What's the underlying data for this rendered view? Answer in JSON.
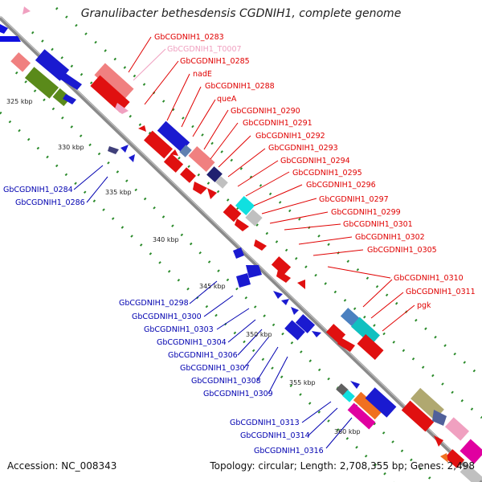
{
  "title": "Granulibacter bethesdensis CGDNIH1, complete genome",
  "accession": "Accession: NC_008343",
  "summary": "Topology: circular; Length: 2,708,355 bp; Genes: 2,498",
  "colors": {
    "forward_label": "#e00000",
    "reverse_label": "#0000b0",
    "rna_label": "#f0a0c0",
    "backbone": "#8a8a8a",
    "tick": "#2a8a2a"
  },
  "scale_labels": [
    "325 kbp",
    "330 kbp",
    "335 kbp",
    "340 kbp",
    "345 kbp",
    "350 kbp",
    "355 kbp",
    "360 kbp"
  ],
  "forward_labels": [
    {
      "text": "GbCGDNIH1_0283",
      "type": "cds"
    },
    {
      "text": "GbCGDNIH1_T0007",
      "type": "rna"
    },
    {
      "text": "GbCGDNIH1_0285",
      "type": "cds"
    },
    {
      "text": "nadE",
      "type": "cds"
    },
    {
      "text": "GbCGDNIH1_0288",
      "type": "cds"
    },
    {
      "text": "queA",
      "type": "cds"
    },
    {
      "text": "GbCGDNIH1_0290",
      "type": "cds"
    },
    {
      "text": "GbCGDNIH1_0291",
      "type": "cds"
    },
    {
      "text": "GbCGDNIH1_0292",
      "type": "cds"
    },
    {
      "text": "GbCGDNIH1_0293",
      "type": "cds"
    },
    {
      "text": "GbCGDNIH1_0294",
      "type": "cds"
    },
    {
      "text": "GbCGDNIH1_0295",
      "type": "cds"
    },
    {
      "text": "GbCGDNIH1_0296",
      "type": "cds"
    },
    {
      "text": "GbCGDNIH1_0297",
      "type": "cds"
    },
    {
      "text": "GbCGDNIH1_0299",
      "type": "cds"
    },
    {
      "text": "GbCGDNIH1_0301",
      "type": "cds"
    },
    {
      "text": "GbCGDNIH1_0302",
      "type": "cds"
    },
    {
      "text": "GbCGDNIH1_0305",
      "type": "cds"
    },
    {
      "text": "GbCGDNIH1_0310",
      "type": "cds"
    },
    {
      "text": "GbCGDNIH1_0311",
      "type": "cds"
    },
    {
      "text": "pgk",
      "type": "cds"
    }
  ],
  "reverse_labels": [
    "GbCGDNIH1_0284",
    "GbCGDNIH1_0286",
    "GbCGDNIH1_0298",
    "GbCGDNIH1_0300",
    "GbCGDNIH1_0303",
    "GbCGDNIH1_0304",
    "GbCGDNIH1_0306",
    "GbCGDNIH1_0307",
    "GbCGDNIH1_0308",
    "GbCGDNIH1_0309",
    "GbCGDNIH1_0313",
    "GbCGDNIH1_0314",
    "GbCGDNIH1_0316"
  ]
}
